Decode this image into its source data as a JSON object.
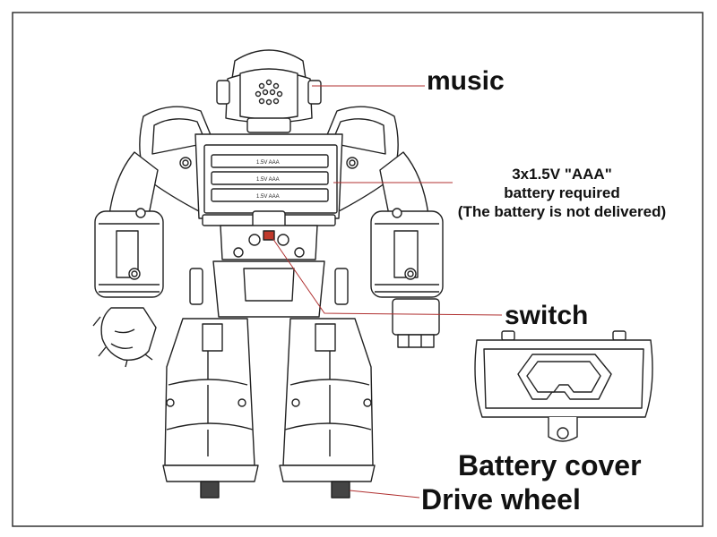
{
  "labels": {
    "music": "music",
    "battery_line1": "3x1.5V \"AAA\"",
    "battery_line2": "battery required",
    "battery_line3": "(The battery is not delivered)",
    "switch": "switch",
    "battery_cover": "Battery cover",
    "drive_wheel": "Drive wheel"
  },
  "battery_cells": [
    "1.5V   AAA",
    "1.5V   AAA",
    "1.5V   AAA"
  ],
  "colors": {
    "line": "#222222",
    "leader": "#b03030",
    "switch": "#c0392b"
  }
}
